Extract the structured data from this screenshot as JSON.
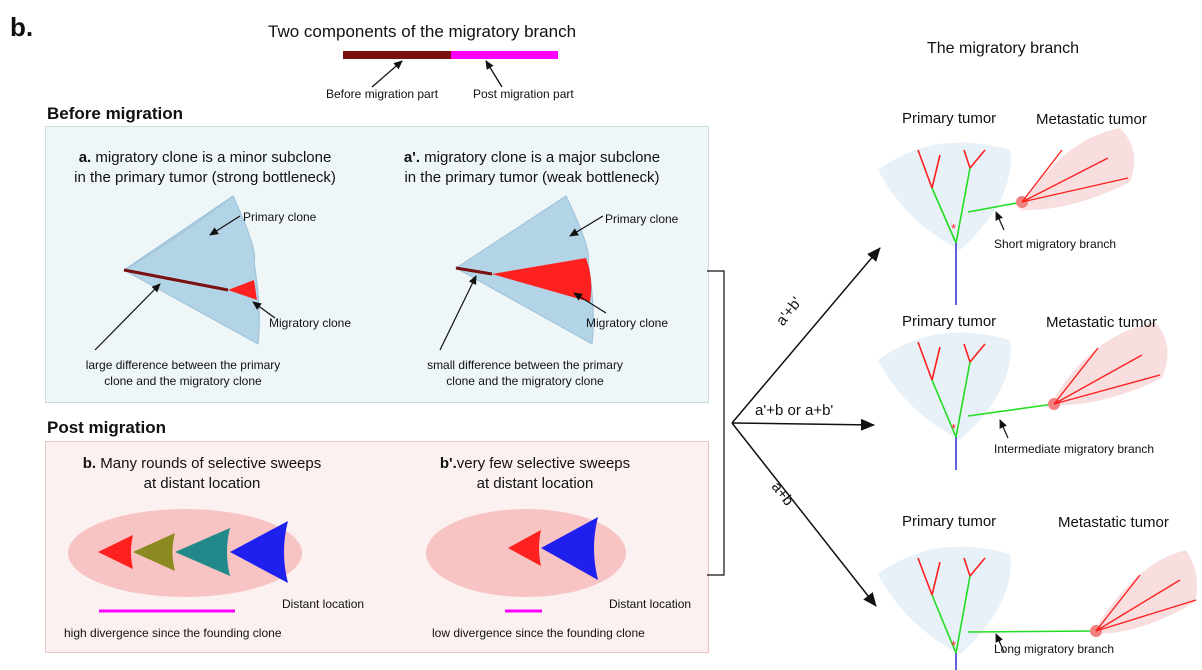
{
  "figure_label": "b.",
  "header": {
    "title": "Two components of the migratory branch",
    "before_part_label": "Before migration part",
    "post_part_label": "Post migration part",
    "colors": {
      "before_part": "#7a0f0f",
      "post_part": "#ff00ff"
    }
  },
  "before": {
    "heading": "Before migration",
    "a": {
      "marker": "a.",
      "caption_line1": "migratory clone is a minor subclone",
      "caption_line2": "in the primary tumor (strong bottleneck)",
      "primary_clone": "Primary clone",
      "migratory_clone": "Migratory clone",
      "note_line1": "large difference between the primary",
      "note_line2": "clone and the migratory clone"
    },
    "a_prime": {
      "marker": "a'.",
      "caption_line1": "migratory clone is a major subclone",
      "caption_line2": "in the primary tumor (weak bottleneck)",
      "primary_clone": "Primary clone",
      "migratory_clone": "Migratory clone",
      "note_line1": "small difference between the primary",
      "note_line2": "clone and the migratory clone"
    }
  },
  "post": {
    "heading": "Post migration",
    "b": {
      "marker": "b.",
      "caption_line1": "Many rounds of selective sweeps",
      "caption_line2": "at distant location",
      "location": "Distant location",
      "divergence": "high divergence since the founding clone"
    },
    "b_prime": {
      "marker": "b'.",
      "caption_line1": "very few selective sweeps",
      "caption_line2": "at distant location",
      "location": "Distant location",
      "divergence": "low divergence since the founding clone"
    }
  },
  "combos": {
    "top": "a'+b'",
    "middle": "a'+b or a+b'",
    "bottom": "a+b"
  },
  "right": {
    "title": "The migratory branch",
    "panels": [
      {
        "primary": "Primary tumor",
        "metastatic": "Metastatic tumor",
        "branch_label": "Short migratory branch"
      },
      {
        "primary": "Primary tumor",
        "metastatic": "Metastatic tumor",
        "branch_label": "Intermediate migratory branch"
      },
      {
        "primary": "Primary tumor",
        "metastatic": "Metastatic tumor",
        "branch_label": "Long migratory branch"
      }
    ]
  },
  "colors": {
    "primary_clone": "#b3d3e6",
    "migratory_clone": "#ff2020",
    "distant_location": "#f8c3c3",
    "tree_trunk": "#3b3bd6",
    "tree_green": "#22dd22",
    "tree_red": "#ff2020",
    "sweep_colors": [
      "#ff2020",
      "#8a8a20",
      "#23888a",
      "#2020ee"
    ]
  }
}
